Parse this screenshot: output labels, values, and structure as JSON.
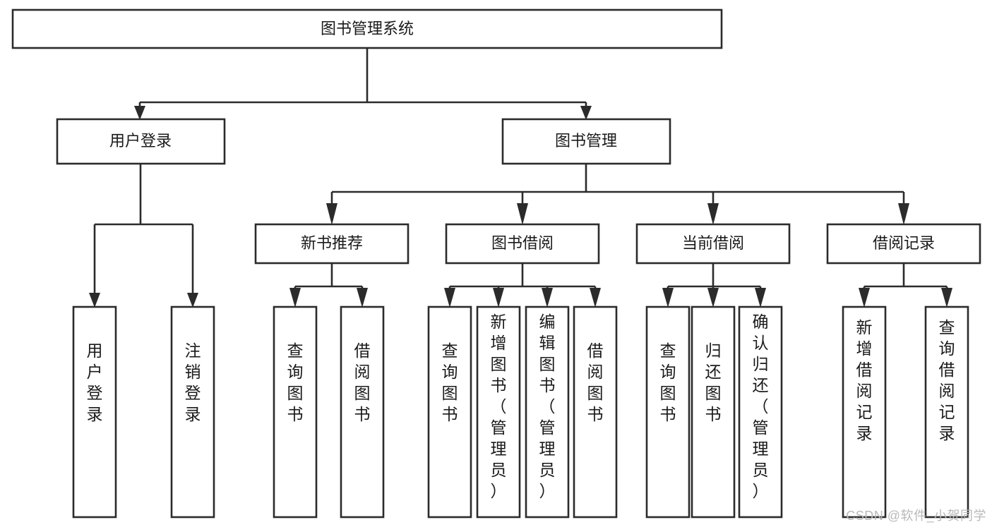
{
  "diagram": {
    "type": "tree-hierarchy-chart",
    "title": "图书管理系统",
    "watermark": "CSDN @软件_小贺同学",
    "colors": {
      "box_stroke": "#2b2b2b",
      "box_fill": "#ffffff",
      "text": "#1a1a1a",
      "background": "#ffffff",
      "watermark": "#b9b9b9"
    },
    "nodes": {
      "root": {
        "label": "图书管理系统",
        "orientation": "horizontal"
      },
      "level2": [
        {
          "id": "user-login",
          "label": "用户登录",
          "orientation": "horizontal"
        },
        {
          "id": "book-management",
          "label": "图书管理",
          "orientation": "horizontal"
        }
      ],
      "level3": [
        {
          "id": "new-book-recommend",
          "label": "新书推荐",
          "orientation": "horizontal"
        },
        {
          "id": "book-borrow",
          "label": "图书借阅",
          "orientation": "horizontal"
        },
        {
          "id": "current-borrow",
          "label": "当前借阅",
          "orientation": "horizontal"
        },
        {
          "id": "borrow-record",
          "label": "借阅记录",
          "orientation": "horizontal"
        }
      ],
      "leaves": {
        "user-login": [
          {
            "id": "leaf-user-login",
            "label": "用户登录",
            "orientation": "vertical"
          },
          {
            "id": "leaf-logout",
            "label": "注销登录",
            "orientation": "vertical"
          }
        ],
        "new-book-recommend": [
          {
            "id": "leaf-query-book-1",
            "label": "查询图书",
            "orientation": "vertical"
          },
          {
            "id": "leaf-borrow-book-1",
            "label": "借阅图书",
            "orientation": "vertical"
          }
        ],
        "book-borrow": [
          {
            "id": "leaf-query-book-2",
            "label": "查询图书",
            "orientation": "vertical"
          },
          {
            "id": "leaf-add-book",
            "label": "新增图书（管理员）",
            "orientation": "vertical"
          },
          {
            "id": "leaf-edit-book",
            "label": "编辑图书（管理员）",
            "orientation": "vertical"
          },
          {
            "id": "leaf-borrow-book-2",
            "label": "借阅图书",
            "orientation": "vertical"
          }
        ],
        "current-borrow": [
          {
            "id": "leaf-query-book-3",
            "label": "查询图书",
            "orientation": "vertical"
          },
          {
            "id": "leaf-return-book",
            "label": "归还图书",
            "orientation": "vertical"
          },
          {
            "id": "leaf-confirm-return",
            "label": "确认归还（管理员）",
            "orientation": "vertical"
          }
        ],
        "borrow-record": [
          {
            "id": "leaf-add-record",
            "label": "新增借阅记录",
            "orientation": "vertical"
          },
          {
            "id": "leaf-query-record",
            "label": "查询借阅记录",
            "orientation": "vertical"
          }
        ]
      }
    }
  }
}
